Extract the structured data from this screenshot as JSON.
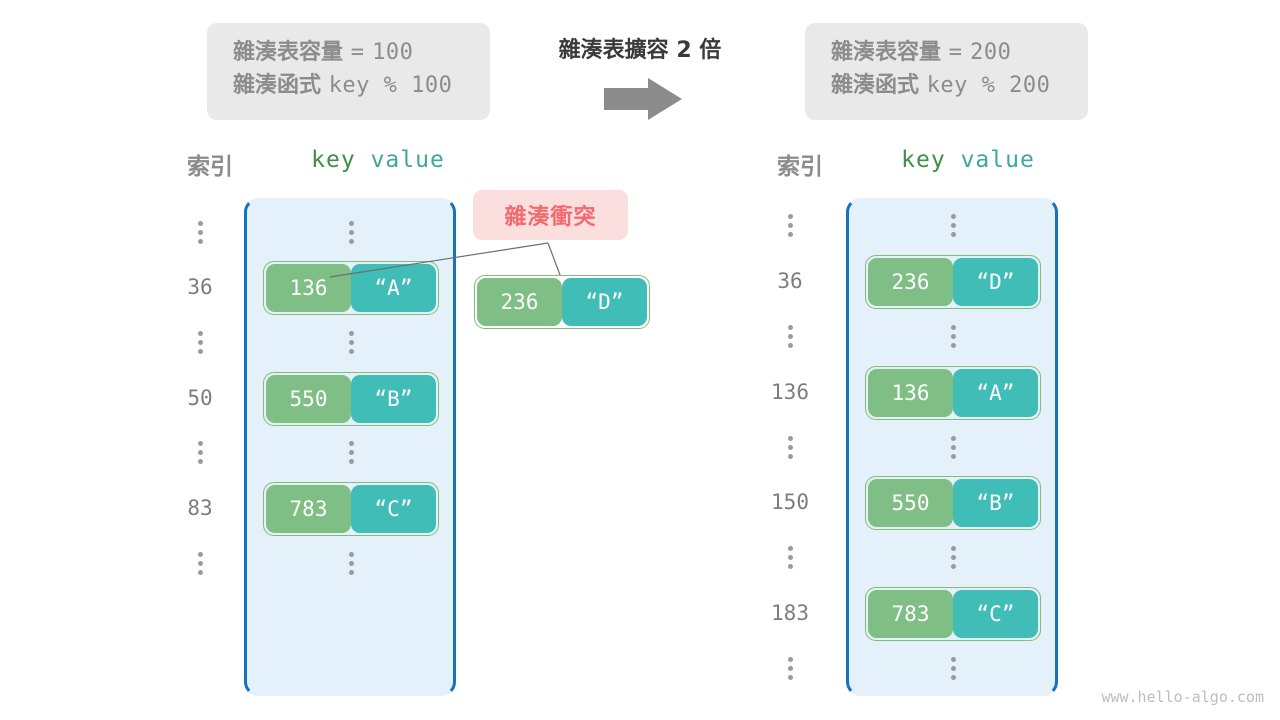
{
  "left_info": {
    "capacity_label": "雜湊表容量",
    "capacity_eq": "=",
    "capacity_value": "100",
    "function_label": "雜湊函式",
    "function_expr": "key % 100"
  },
  "right_info": {
    "capacity_label": "雜湊表容量",
    "capacity_eq": "=",
    "capacity_value": "200",
    "function_label": "雜湊函式",
    "function_expr": "key % 200"
  },
  "center": {
    "expand_label": "雜湊表擴容 2 倍",
    "arrow_icon": "right-arrow-icon"
  },
  "headers": {
    "index": "索引",
    "key": "key",
    "value": "value"
  },
  "collision": {
    "badge_label": "雜湊衝突",
    "pair": {
      "key": "236",
      "value": "“D”"
    }
  },
  "left_table": {
    "rows": [
      {
        "type": "dots",
        "index": "",
        "key": "",
        "value": ""
      },
      {
        "type": "entry",
        "index": "36",
        "key": "136",
        "value": "“A”"
      },
      {
        "type": "dots",
        "index": "",
        "key": "",
        "value": ""
      },
      {
        "type": "entry",
        "index": "50",
        "key": "550",
        "value": "“B”"
      },
      {
        "type": "dots",
        "index": "",
        "key": "",
        "value": ""
      },
      {
        "type": "entry",
        "index": "83",
        "key": "783",
        "value": "“C”"
      },
      {
        "type": "dots",
        "index": "",
        "key": "",
        "value": ""
      }
    ]
  },
  "right_table": {
    "rows": [
      {
        "type": "dots",
        "index": "",
        "key": "",
        "value": ""
      },
      {
        "type": "entry",
        "index": "36",
        "key": "236",
        "value": "“D”"
      },
      {
        "type": "dots",
        "index": "",
        "key": "",
        "value": ""
      },
      {
        "type": "entry",
        "index": "136",
        "key": "136",
        "value": "“A”"
      },
      {
        "type": "dots",
        "index": "",
        "key": "",
        "value": ""
      },
      {
        "type": "entry",
        "index": "150",
        "key": "550",
        "value": "“B”"
      },
      {
        "type": "dots",
        "index": "",
        "key": "",
        "value": ""
      },
      {
        "type": "entry",
        "index": "183",
        "key": "783",
        "value": "“C”"
      },
      {
        "type": "dots",
        "index": "",
        "key": "",
        "value": ""
      }
    ]
  },
  "watermark": "www.hello-algo.com",
  "colors": {
    "key_cell": "#7fbe84",
    "value_cell": "#3fbdb6",
    "bucket_fill": "#e4f0fa",
    "bucket_border": "#1572bd",
    "collision_bg": "#fbdfdf",
    "collision_text": "#f4696d",
    "info_bg": "#e9e9e9",
    "info_text": "#8c8c8c"
  }
}
